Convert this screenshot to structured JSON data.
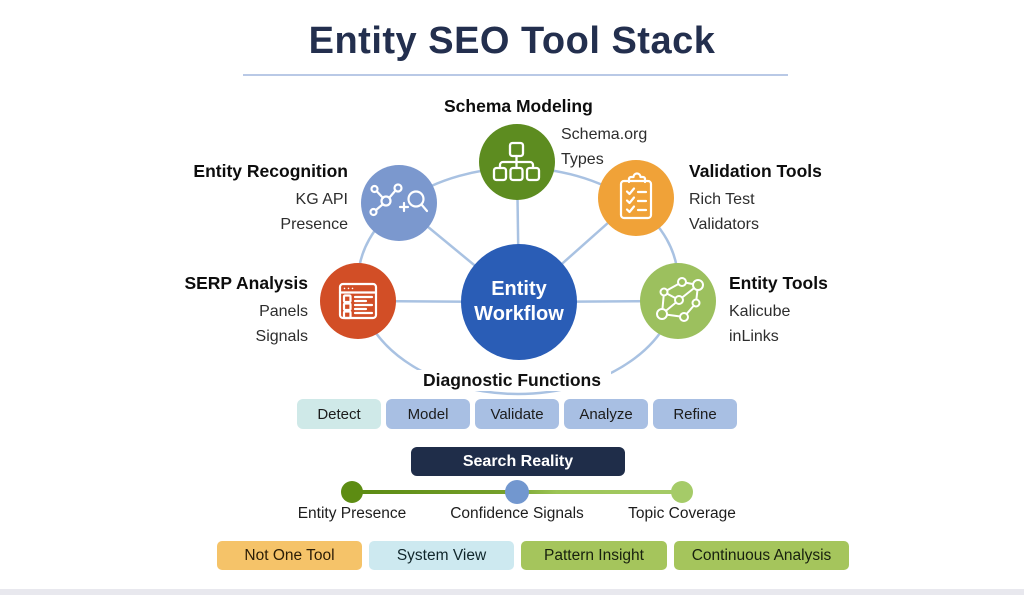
{
  "title": "Entity SEO Tool Stack",
  "hub": {
    "line1": "Entity",
    "line2": "Workflow"
  },
  "nodes": {
    "schema": {
      "title": "Schema Modeling",
      "sub1": "Schema.org",
      "sub2": "Types"
    },
    "recognition": {
      "title": "Entity Recognition",
      "sub1": "KG API",
      "sub2": "Presence"
    },
    "validation": {
      "title": "Validation Tools",
      "sub1": "Rich Test",
      "sub2": "Validators"
    },
    "serp": {
      "title": "SERP Analysis",
      "sub1": "Panels",
      "sub2": "Signals"
    },
    "tools": {
      "title": "Entity Tools",
      "sub1": "Kalicube",
      "sub2": "inLinks"
    }
  },
  "diagnostic": {
    "heading": "Diagnostic Functions",
    "buttons": [
      "Detect",
      "Model",
      "Validate",
      "Analyze",
      "Refine"
    ]
  },
  "search_reality": {
    "label": "Search Reality"
  },
  "spectrum": {
    "labels": [
      "Entity Presence",
      "Confidence Signals",
      "Topic Coverage"
    ]
  },
  "badges": [
    "Not One Tool",
    "System View",
    "Pattern Insight",
    "Continuous Analysis"
  ],
  "colors": {
    "title_navy": "#232f4e",
    "underline_blue": "#b9c9e6",
    "connector_blue": "#a9c2e2",
    "hub_blue": "#2a5db6",
    "schema_green": "#5d8c20",
    "recognition_blue": "#7b98ce",
    "validation_orange": "#f0a238",
    "serp_red": "#d24e26",
    "tools_green": "#9cc05e",
    "detect_chip": "#cfe9e8",
    "function_chip": "#a8bfe3",
    "search_banner_bg": "#1f2d49",
    "dot_left_green": "#5d8c13",
    "dot_mid_blue": "#7297cf",
    "dot_right_green": "#a5cb68",
    "badge_orange": "#f5c369",
    "badge_cyan": "#cde9f0",
    "badge_green": "#a5c55c"
  }
}
